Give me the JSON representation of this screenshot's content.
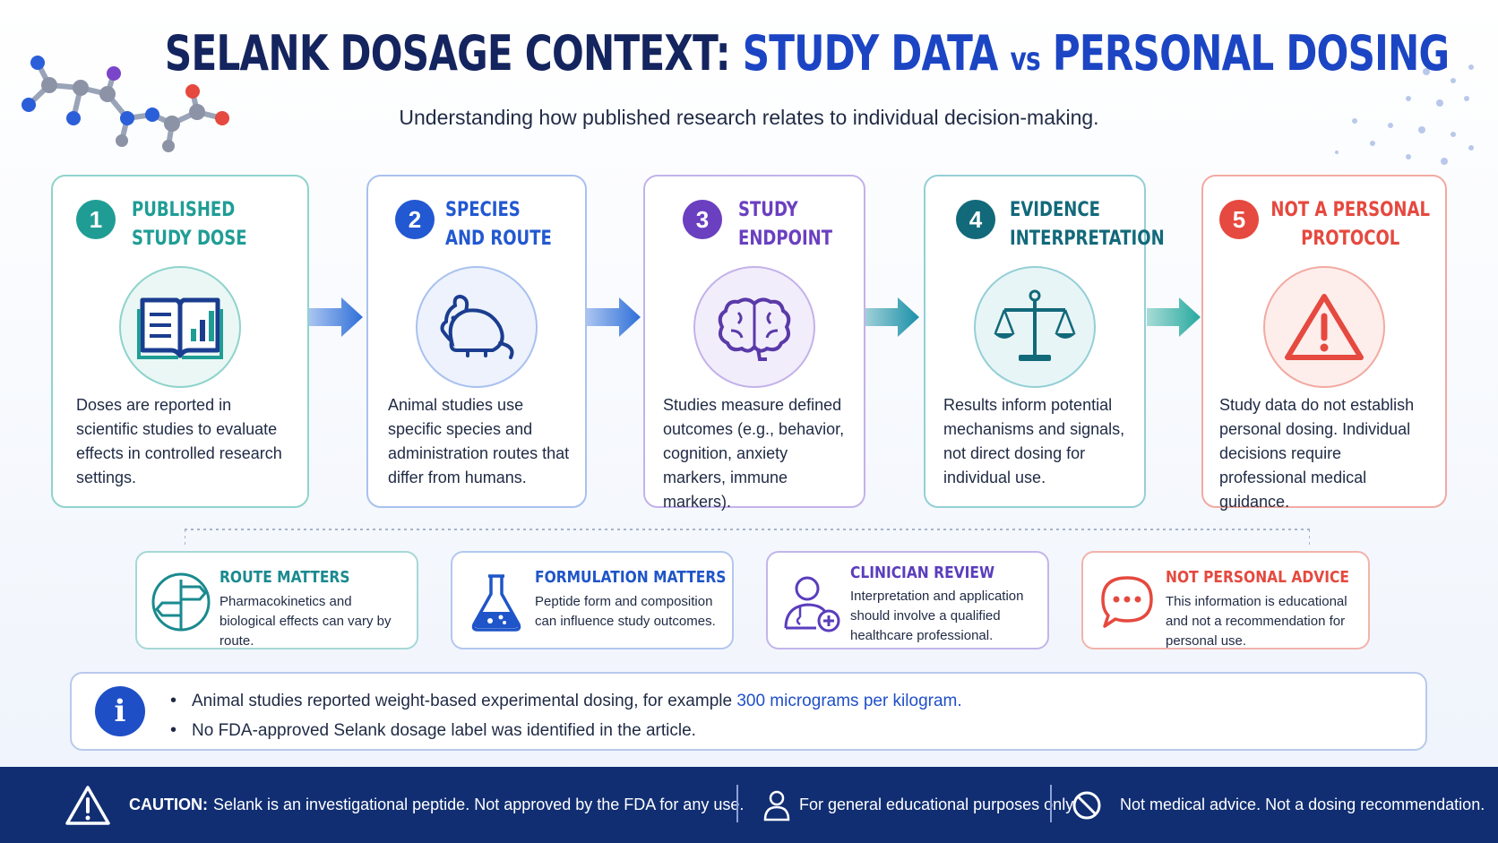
{
  "header": {
    "title_part1": "SELANK DOSAGE CONTEXT:",
    "title_part2": "STUDY DATA",
    "title_vs": "vs",
    "title_part3": "PERSONAL DOSING",
    "subtitle": "Understanding how published research relates to individual decision-making."
  },
  "steps": [
    {
      "number": "1",
      "line1": "PUBLISHED",
      "line2": "STUDY DOSE",
      "icon": "open-book-chart-icon",
      "color": "#1f9d95",
      "description": "Doses are reported in scientific studies to evaluate effects in controlled research settings."
    },
    {
      "number": "2",
      "line1": "SPECIES",
      "line2": "AND ROUTE",
      "icon": "mouse-icon",
      "color": "#2258d1",
      "description": "Animal studies use specific species and administration routes that differ from humans."
    },
    {
      "number": "3",
      "line1": "STUDY",
      "line2": "ENDPOINT",
      "icon": "brain-icon",
      "color": "#6a3fc0",
      "description": "Studies measure defined outcomes (e.g., behavior, cognition, anxiety markers, immune markers)."
    },
    {
      "number": "4",
      "line1": "EVIDENCE",
      "line2": "INTERPRETATION",
      "icon": "balance-scale-icon",
      "color": "#12697a",
      "description": "Results inform potential mechanisms and signals, not direct dosing for individual use."
    },
    {
      "number": "5",
      "line1": "NOT A PERSONAL",
      "line2": "PROTOCOL",
      "icon": "warning-triangle-icon",
      "color": "#e5493f",
      "description": "Study data do not establish personal dosing. Individual decisions require professional medical guidance."
    }
  ],
  "considerations": [
    {
      "title": "ROUTE MATTERS",
      "icon": "signpost-icon",
      "color": "#1a8a8f",
      "text": "Pharmacokinetics and biological effects can vary by route."
    },
    {
      "title": "FORMULATION MATTERS",
      "icon": "flask-icon",
      "color": "#1f55c8",
      "text": "Peptide form and composition can influence study outcomes."
    },
    {
      "title": "CLINICIAN REVIEW",
      "icon": "doctor-icon",
      "color": "#5a3dbd",
      "text": "Interpretation and application should involve a qualified healthcare professional."
    },
    {
      "title": "NOT PERSONAL ADVICE",
      "icon": "speech-bubble-icon",
      "color": "#e5493f",
      "text": "This information is educational and not a recommendation for personal use."
    }
  ],
  "info": {
    "bullet1_prefix": "Animal studies reported weight-based experimental dosing, for example",
    "bullet1_highlight": "300 micrograms per kilogram.",
    "bullet2": "No FDA-approved Selank dosage label was identified in the article."
  },
  "footer": {
    "caution_label": "CAUTION:",
    "caution_text": "Selank is an investigational peptide. Not approved by the FDA for any use.",
    "educational": "For general educational purposes only.",
    "not_advice": "Not medical advice. Not a dosing recommendation."
  },
  "colors": {
    "navy": "#112e73",
    "title_dark": "#14245e",
    "accent_blue": "#1c45c4"
  }
}
